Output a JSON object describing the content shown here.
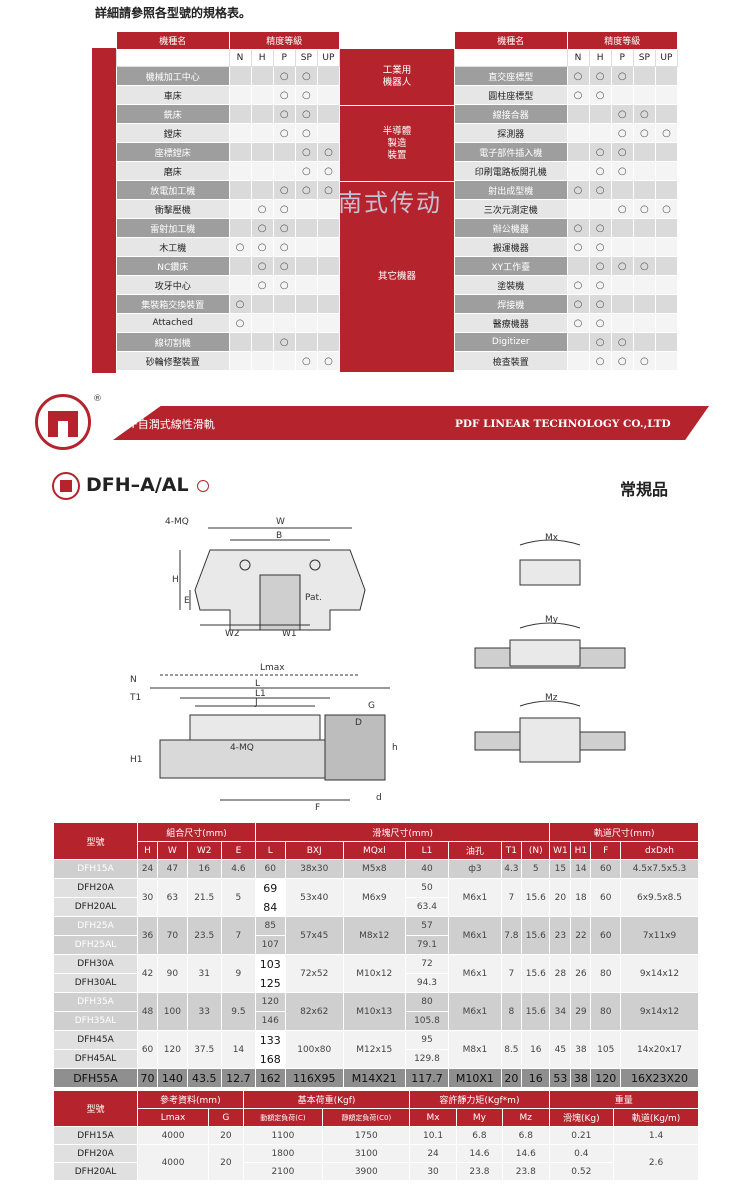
{
  "intro": "詳細請參照各型號的規格表。",
  "sel_header": {
    "name": "機種名",
    "grade": "精度等級",
    "cols": [
      "N",
      "H",
      "P",
      "SP",
      "UP"
    ]
  },
  "left_rows": [
    {
      "name": "機械加工中心",
      "m": [
        "",
        "",
        "○",
        "○",
        ""
      ]
    },
    {
      "name": "車床",
      "m": [
        "",
        "",
        "○",
        "○",
        ""
      ]
    },
    {
      "name": "銑床",
      "m": [
        "",
        "",
        "○",
        "○",
        ""
      ]
    },
    {
      "name": "鏜床",
      "m": [
        "",
        "",
        "○",
        "○",
        ""
      ]
    },
    {
      "name": "座標鏜床",
      "m": [
        "",
        "",
        "",
        "○",
        "○"
      ]
    },
    {
      "name": "磨床",
      "m": [
        "",
        "",
        "",
        "○",
        "○"
      ]
    },
    {
      "name": "放電加工機",
      "m": [
        "",
        "",
        "○",
        "○",
        "○"
      ]
    },
    {
      "name": "衝擊壓機",
      "m": [
        "",
        "○",
        "○",
        "",
        ""
      ]
    },
    {
      "name": "雷射加工機",
      "m": [
        "",
        "○",
        "○",
        "",
        ""
      ]
    },
    {
      "name": "木工機",
      "m": [
        "○",
        "○",
        "○",
        "",
        ""
      ]
    },
    {
      "name": "NC鑽床",
      "m": [
        "",
        "○",
        "○",
        "",
        ""
      ]
    },
    {
      "name": "攻牙中心",
      "m": [
        "",
        "○",
        "○",
        "",
        ""
      ]
    },
    {
      "name": "集裝箱交換裝置",
      "m": [
        "○",
        "",
        "",
        "",
        ""
      ]
    },
    {
      "name": "Attached",
      "m": [
        "○",
        "",
        "",
        "",
        ""
      ]
    },
    {
      "name": "線切割機",
      "m": [
        "",
        "",
        "○",
        "",
        ""
      ]
    },
    {
      "name": "砂輪修整裝置",
      "m": [
        "",
        "",
        "",
        "○",
        "○"
      ]
    }
  ],
  "mid_labels": [
    "工業用\n機器人",
    "半導體\n製造\n裝置",
    "其它機器"
  ],
  "right_rows": [
    {
      "name": "直交座標型",
      "m": [
        "○",
        "○",
        "○",
        "",
        ""
      ]
    },
    {
      "name": "圓柱座標型",
      "m": [
        "○",
        "○",
        "",
        "",
        ""
      ]
    },
    {
      "name": "線接合器",
      "m": [
        "",
        "",
        "○",
        "○",
        ""
      ]
    },
    {
      "name": "探測器",
      "m": [
        "",
        "",
        "○",
        "○",
        "○"
      ]
    },
    {
      "name": "電子部件插入機",
      "m": [
        "",
        "○",
        "○",
        "",
        ""
      ]
    },
    {
      "name": "印刷電路板開孔機",
      "m": [
        "",
        "○",
        "○",
        "",
        ""
      ]
    },
    {
      "name": "射出成型機",
      "m": [
        "○",
        "○",
        "",
        "",
        ""
      ]
    },
    {
      "name": "三次元測定機",
      "m": [
        "",
        "",
        "○",
        "○",
        "○"
      ]
    },
    {
      "name": "辦公機器",
      "m": [
        "○",
        "○",
        "",
        "",
        ""
      ]
    },
    {
      "name": "搬運機器",
      "m": [
        "○",
        "○",
        "",
        "",
        ""
      ]
    },
    {
      "name": "XY工作臺",
      "m": [
        "",
        "○",
        "○",
        "○",
        ""
      ]
    },
    {
      "name": "塗裝機",
      "m": [
        "○",
        "○",
        "",
        "",
        ""
      ]
    },
    {
      "name": "焊接機",
      "m": [
        "○",
        "○",
        "",
        "",
        ""
      ]
    },
    {
      "name": "醫療機器",
      "m": [
        "○",
        "○",
        "",
        "",
        ""
      ]
    },
    {
      "name": "Digitizer",
      "m": [
        "",
        "○",
        "○",
        "",
        ""
      ]
    },
    {
      "name": "檢查裝置",
      "m": [
        "",
        "○",
        "○",
        "○",
        ""
      ]
    }
  ],
  "watermark": "南式传动",
  "banner": {
    "left": "DF自潤式線性滑軌",
    "right": "PDF LINEAR TECHNOLOGY CO.,LTD",
    "reg": "®"
  },
  "model": {
    "title": "DFH–A/AL",
    "tag": "常規品"
  },
  "drawing_labels": {
    "w": "W",
    "b": "B",
    "mq": "4-MQ",
    "h": "H",
    "e": "E",
    "w2": "W2",
    "w1": "W1",
    "pat": "Pat.",
    "lmax": "Lmax",
    "l": "L",
    "l1": "L1",
    "j": "J",
    "n": "N",
    "t1": "T1",
    "h1": "H1",
    "mq2": "4-MQ",
    "g": "G",
    "f": "F",
    "d": "d",
    "D": "D",
    "hh": "h",
    "mx": "Mx",
    "my": "My",
    "mz": "Mz"
  },
  "dim_table": {
    "groups": [
      "型號",
      "組合尺寸(mm)",
      "滑塊尺寸(mm)",
      "軌道尺寸(mm)"
    ],
    "cols": [
      "H",
      "W",
      "W2",
      "E",
      "L",
      "BXJ",
      "MQxl",
      "L1",
      "油孔",
      "T1",
      "(N)",
      "W1",
      "H1",
      "F",
      "dxDxh"
    ],
    "rows": [
      {
        "m": "DFH15A",
        "c": [
          "24",
          "47",
          "16",
          "4.6",
          "60",
          "38x30",
          "M5x8",
          "40",
          "ф3",
          "4.3",
          "5",
          "15",
          "14",
          "60",
          "4.5x7.5x5.3"
        ]
      },
      {
        "m": "DFH20A",
        "c": [
          "30",
          "63",
          "21.5",
          "5",
          "69",
          "53x40",
          "M6x9",
          "50",
          "M6x1",
          "7",
          "15.6",
          "20",
          "18",
          "60",
          "6x9.5x8.5"
        ]
      },
      {
        "m": "DFH20AL",
        "c": [
          "",
          "",
          "",
          "",
          "84",
          "",
          "",
          "63.4",
          "",
          "",
          "",
          "",
          "",
          "",
          ""
        ]
      },
      {
        "m": "DFH25A",
        "c": [
          "36",
          "70",
          "23.5",
          "7",
          "85",
          "57x45",
          "M8x12",
          "57",
          "M6x1",
          "7.8",
          "15.6",
          "23",
          "22",
          "60",
          "7x11x9"
        ]
      },
      {
        "m": "DFH25AL",
        "c": [
          "",
          "",
          "",
          "",
          "107",
          "",
          "",
          "79.1",
          "",
          "",
          "",
          "",
          "",
          "",
          ""
        ]
      },
      {
        "m": "DFH30A",
        "c": [
          "42",
          "90",
          "31",
          "9",
          "103",
          "72x52",
          "M10x12",
          "72",
          "M6x1",
          "7",
          "15.6",
          "28",
          "26",
          "80",
          "9x14x12"
        ]
      },
      {
        "m": "DFH30AL",
        "c": [
          "",
          "",
          "",
          "",
          "125",
          "",
          "",
          "94.3",
          "",
          "",
          "",
          "",
          "",
          "",
          ""
        ]
      },
      {
        "m": "DFH35A",
        "c": [
          "48",
          "100",
          "33",
          "9.5",
          "120",
          "82x62",
          "M10x13",
          "80",
          "M6x1",
          "8",
          "15.6",
          "34",
          "29",
          "80",
          "9x14x12"
        ]
      },
      {
        "m": "DFH35AL",
        "c": [
          "",
          "",
          "",
          "",
          "146",
          "",
          "",
          "105.8",
          "",
          "",
          "",
          "",
          "",
          "",
          ""
        ]
      },
      {
        "m": "DFH45A",
        "c": [
          "60",
          "120",
          "37.5",
          "14",
          "133",
          "100x80",
          "M12x15",
          "95",
          "M8x1",
          "8.5",
          "16",
          "45",
          "38",
          "105",
          "14x20x17"
        ]
      },
      {
        "m": "DFH45AL",
        "c": [
          "",
          "",
          "",
          "",
          "168",
          "",
          "",
          "129.8",
          "",
          "",
          "",
          "",
          "",
          "",
          ""
        ]
      },
      {
        "m": "DFH55A",
        "c": [
          "70",
          "140",
          "43.5",
          "12.7",
          "162",
          "116X95",
          "M14X21",
          "117.7",
          "M10X1",
          "20",
          "16",
          "53",
          "38",
          "120",
          "16X23X20"
        ]
      }
    ]
  },
  "load_table": {
    "groups": [
      "型號",
      "參考資料(mm)",
      "基本荷重(Kgf)",
      "容許靜力矩(Kgf*m)",
      "重量"
    ],
    "cols": [
      "Lmax",
      "G",
      "動額定負荷(C)",
      "靜額定負荷(C0)",
      "Mx",
      "My",
      "Mz",
      "滑塊(Kg)",
      "軌道(Kg/m)"
    ],
    "rows": [
      {
        "m": "DFH15A",
        "c": [
          "4000",
          "20",
          "1100",
          "1750",
          "10.1",
          "6.8",
          "6.8",
          "0.21",
          "1.4"
        ]
      },
      {
        "m": "DFH20A",
        "c": [
          "4000",
          "20",
          "1800",
          "3100",
          "24",
          "14.6",
          "14.6",
          "0.4",
          "2.6"
        ]
      },
      {
        "m": "DFH20AL",
        "c": [
          "",
          "",
          "2100",
          "3900",
          "30",
          "23.8",
          "23.8",
          "0.52",
          ""
        ]
      }
    ]
  }
}
